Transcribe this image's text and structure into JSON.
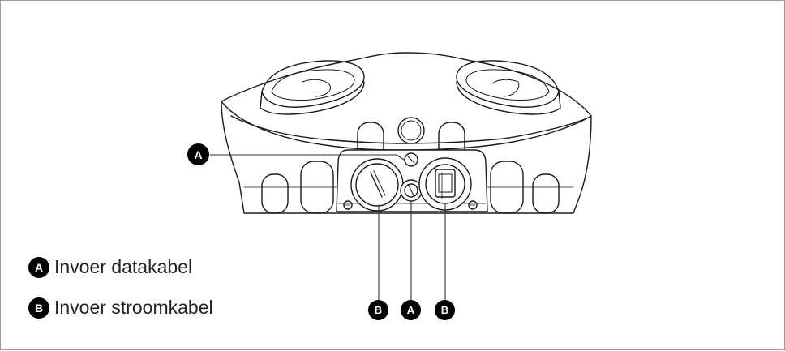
{
  "markers": {
    "a": "A",
    "b": "B"
  },
  "legend": [
    {
      "marker": "A",
      "text": "Invoer datakabel"
    },
    {
      "marker": "B",
      "text": "Invoer stroomkabel"
    }
  ],
  "colors": {
    "marker_fill": "#000000",
    "marker_text": "#ffffff",
    "line_art": "#1a1a1a",
    "frame_border": "#9a9a9a"
  }
}
